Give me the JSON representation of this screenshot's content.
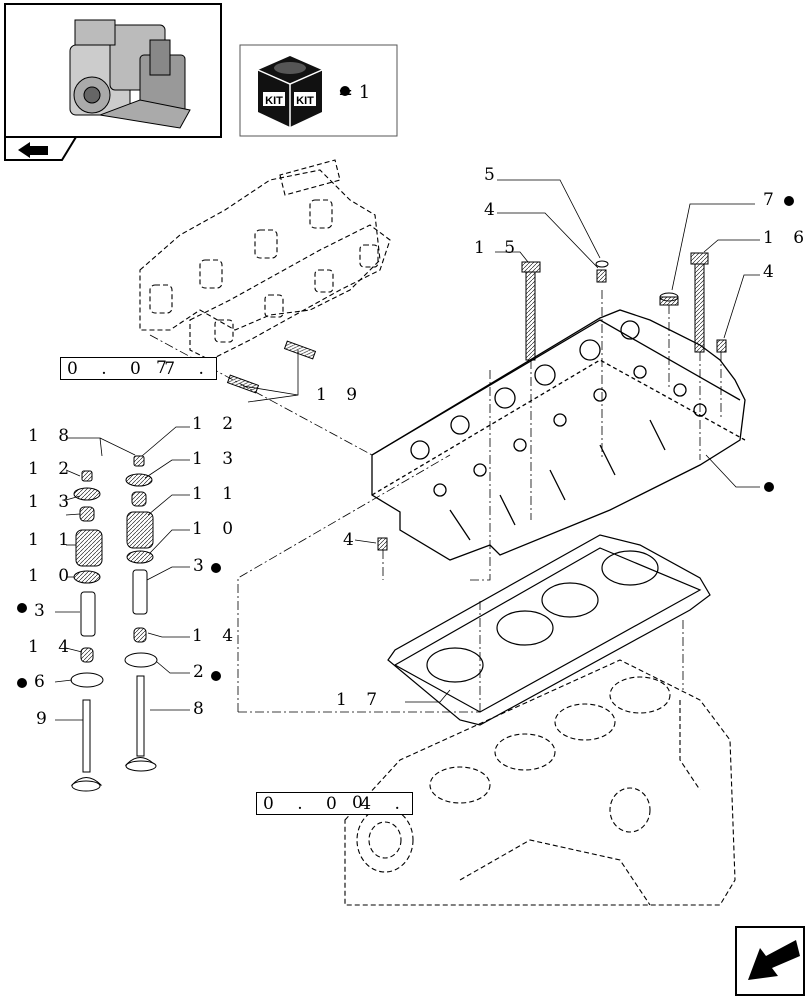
{
  "legend": {
    "value_text": "= 1",
    "kit_text": "KIT"
  },
  "refs": {
    "head_ref_box": "0 . 0 7 .",
    "head_ref_tail": "7",
    "block_ref_box": "0 . 0 4 .",
    "block_ref_tail": "0"
  },
  "callouts": {
    "c5": "5",
    "c4a": "4",
    "c15": "1 5",
    "c7": "7",
    "c16": "1 6",
    "c4b": "4",
    "c19": "1 9",
    "c4c": "4",
    "c17": "1 7",
    "l18": "1 8",
    "l12": "1 2",
    "l13": "1 3",
    "l11": "1 1",
    "l10": "1 0",
    "l3": "3",
    "l14": "1 4",
    "l6": "6",
    "l9": "9",
    "r12": "1 2",
    "r13": "1 3",
    "r11": "1 1",
    "r10": "1 0",
    "r3": "3",
    "r14": "1 4",
    "r2": "2",
    "r8": "8"
  }
}
